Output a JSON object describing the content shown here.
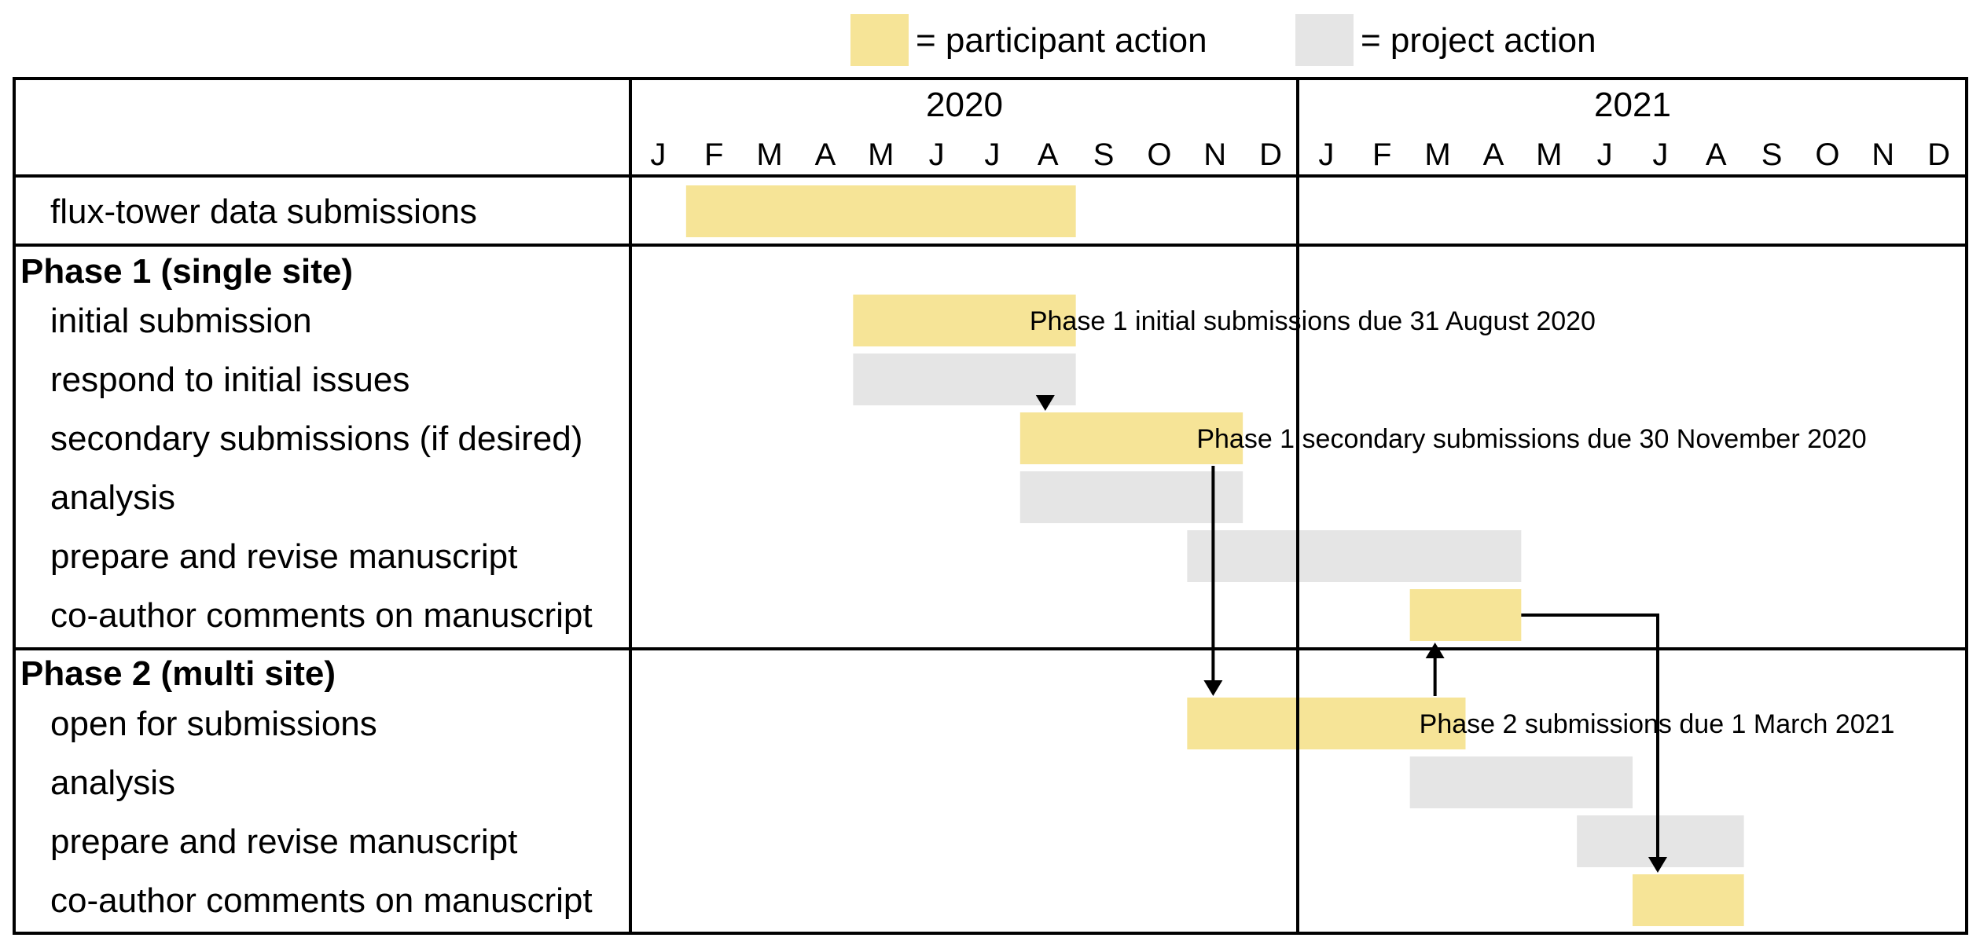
{
  "colors": {
    "participant": "#f6e497",
    "project": "#e5e5e5",
    "line": "#000000",
    "background": "#ffffff"
  },
  "legend": {
    "participant_label": "= participant action",
    "project_label": "= project action"
  },
  "chart_data": {
    "type": "gantt",
    "years": [
      "2020",
      "2021"
    ],
    "month_labels": [
      "J",
      "F",
      "M",
      "A",
      "M",
      "J",
      "J",
      "A",
      "S",
      "O",
      "N",
      "D",
      "J",
      "F",
      "M",
      "A",
      "M",
      "J",
      "J",
      "A",
      "S",
      "O",
      "N",
      "D"
    ],
    "rows": [
      {
        "label": "flux-tower data submissions",
        "bold": false
      },
      {
        "label": "Phase 1 (single site)",
        "bold": true
      },
      {
        "label": "initial submission",
        "bold": false
      },
      {
        "label": "respond to initial issues",
        "bold": false
      },
      {
        "label": "secondary submissions (if desired)",
        "bold": false
      },
      {
        "label": "analysis",
        "bold": false
      },
      {
        "label": "prepare and revise manuscript",
        "bold": false
      },
      {
        "label": "co-author comments on manuscript",
        "bold": false
      },
      {
        "label": "Phase 2 (multi site)",
        "bold": true
      },
      {
        "label": "open for submissions",
        "bold": false
      },
      {
        "label": "analysis",
        "bold": false
      },
      {
        "label": "prepare and revise manuscript",
        "bold": false
      },
      {
        "label": "co-author comments on manuscript",
        "bold": false
      }
    ],
    "bars": [
      {
        "row": 0,
        "start": "2020-02-01",
        "end": "2020-09-01",
        "kind": "participant"
      },
      {
        "row": 2,
        "start": "2020-05-01",
        "end": "2020-09-01",
        "kind": "participant"
      },
      {
        "row": 3,
        "start": "2020-05-01",
        "end": "2020-09-01",
        "kind": "project"
      },
      {
        "row": 4,
        "start": "2020-08-01",
        "end": "2020-12-01",
        "kind": "participant"
      },
      {
        "row": 5,
        "start": "2020-08-01",
        "end": "2020-12-01",
        "kind": "project"
      },
      {
        "row": 6,
        "start": "2020-11-01",
        "end": "2021-05-01",
        "kind": "project"
      },
      {
        "row": 7,
        "start": "2021-03-01",
        "end": "2021-05-01",
        "kind": "participant"
      },
      {
        "row": 9,
        "start": "2020-11-01",
        "end": "2021-04-01",
        "kind": "participant"
      },
      {
        "row": 10,
        "start": "2021-03-01",
        "end": "2021-07-01",
        "kind": "project"
      },
      {
        "row": 11,
        "start": "2021-06-01",
        "end": "2021-09-01",
        "kind": "project"
      },
      {
        "row": 12,
        "start": "2021-07-01",
        "end": "2021-09-01",
        "kind": "participant"
      }
    ],
    "annotations": [
      {
        "row": 2,
        "text": "Phase 1 initial submissions due 31 August 2020",
        "date": "2020-08-01"
      },
      {
        "row": 4,
        "text": "Phase 1 secondary submissions due 30 November 2020",
        "date": "2020-11-01"
      },
      {
        "row": 9,
        "text": "Phase 2 submissions due 1 March 2021",
        "date": "2021-03-01"
      }
    ],
    "arrows": [
      {
        "date": "2020-08-15",
        "from_row": 3,
        "to_row": 4,
        "direction": "down"
      },
      {
        "date": "2020-11-15",
        "from_row": 4,
        "to_row": 9,
        "direction": "down"
      },
      {
        "date": "2021-03-15",
        "from_row": 9,
        "to_row": 7,
        "direction": "up"
      },
      {
        "date_start": "2021-05-01",
        "date_turn": "2021-07-15",
        "from_row": 7,
        "to_row": 12,
        "direction": "elbow-down"
      }
    ]
  }
}
